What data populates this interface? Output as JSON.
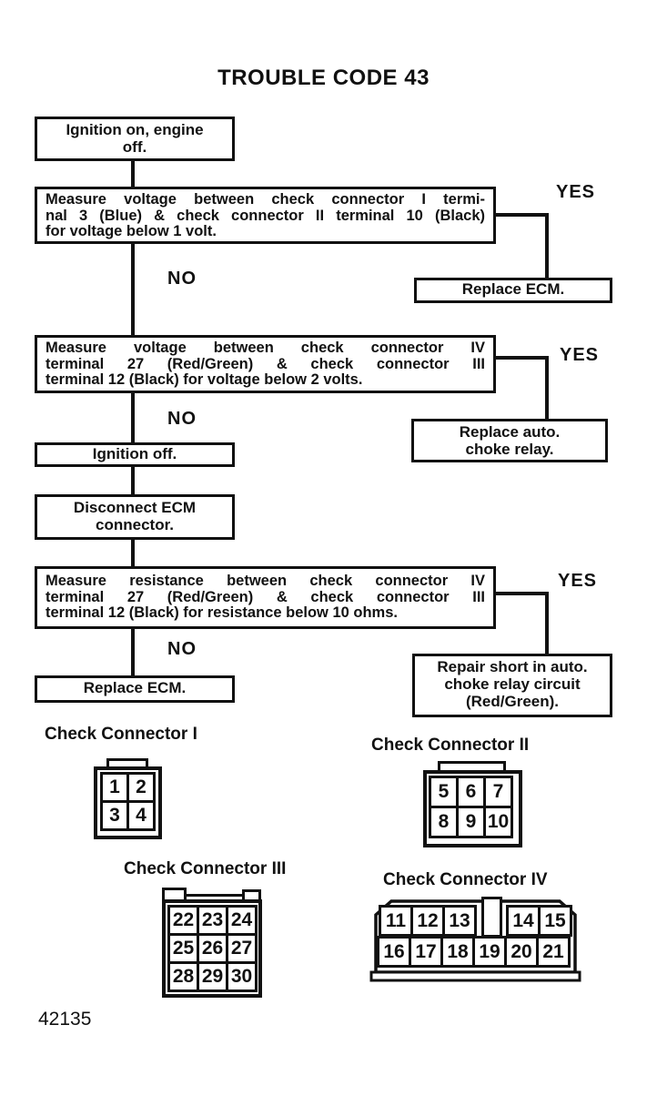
{
  "title": "TROUBLE CODE 43",
  "figure_code": "42135",
  "labels": {
    "yes": "YES",
    "no": "NO"
  },
  "flow": {
    "steps": [
      {
        "text": "Ignition on, engine\noff."
      },
      {
        "lines": [
          "Measure voltage between check connector I termi-",
          "nal 3 (Blue) & check connector II terminal 10 (Black)",
          "for voltage below 1 volt."
        ]
      },
      {
        "lines": [
          "Measure voltage between check connector IV",
          "terminal 27 (Red/Green) & check connector III",
          "terminal 12 (Black) for voltage below 2 volts."
        ]
      },
      {
        "text": "Ignition off."
      },
      {
        "text": "Disconnect ECM\nconnector."
      },
      {
        "lines": [
          "Measure resistance between check connector IV",
          "terminal 27 (Red/Green) & check connector III",
          "terminal 12 (Black) for resistance below 10 ohms."
        ]
      },
      {
        "text": "Replace ECM."
      }
    ],
    "outcomes": [
      {
        "text": "Replace ECM."
      },
      {
        "text": "Replace auto.\nchoke relay."
      },
      {
        "text": "Repair short in auto.\nchoke relay circuit\n(Red/Green)."
      }
    ]
  },
  "connectors": [
    {
      "label": "Check Connector I",
      "rows": [
        [
          "1",
          "2"
        ],
        [
          "3",
          "4"
        ]
      ]
    },
    {
      "label": "Check Connector II",
      "rows": [
        [
          "5",
          "6",
          "7"
        ],
        [
          "8",
          "9",
          "10"
        ]
      ]
    },
    {
      "label": "Check Connector III",
      "rows": [
        [
          "22",
          "23",
          "24"
        ],
        [
          "25",
          "26",
          "27"
        ],
        [
          "28",
          "29",
          "30"
        ]
      ]
    },
    {
      "label": "Check Connector IV",
      "rows": [
        [
          "11",
          "12",
          "13",
          "",
          "14",
          "15"
        ],
        [
          "16",
          "17",
          "18",
          "19",
          "20",
          "21"
        ]
      ]
    }
  ]
}
